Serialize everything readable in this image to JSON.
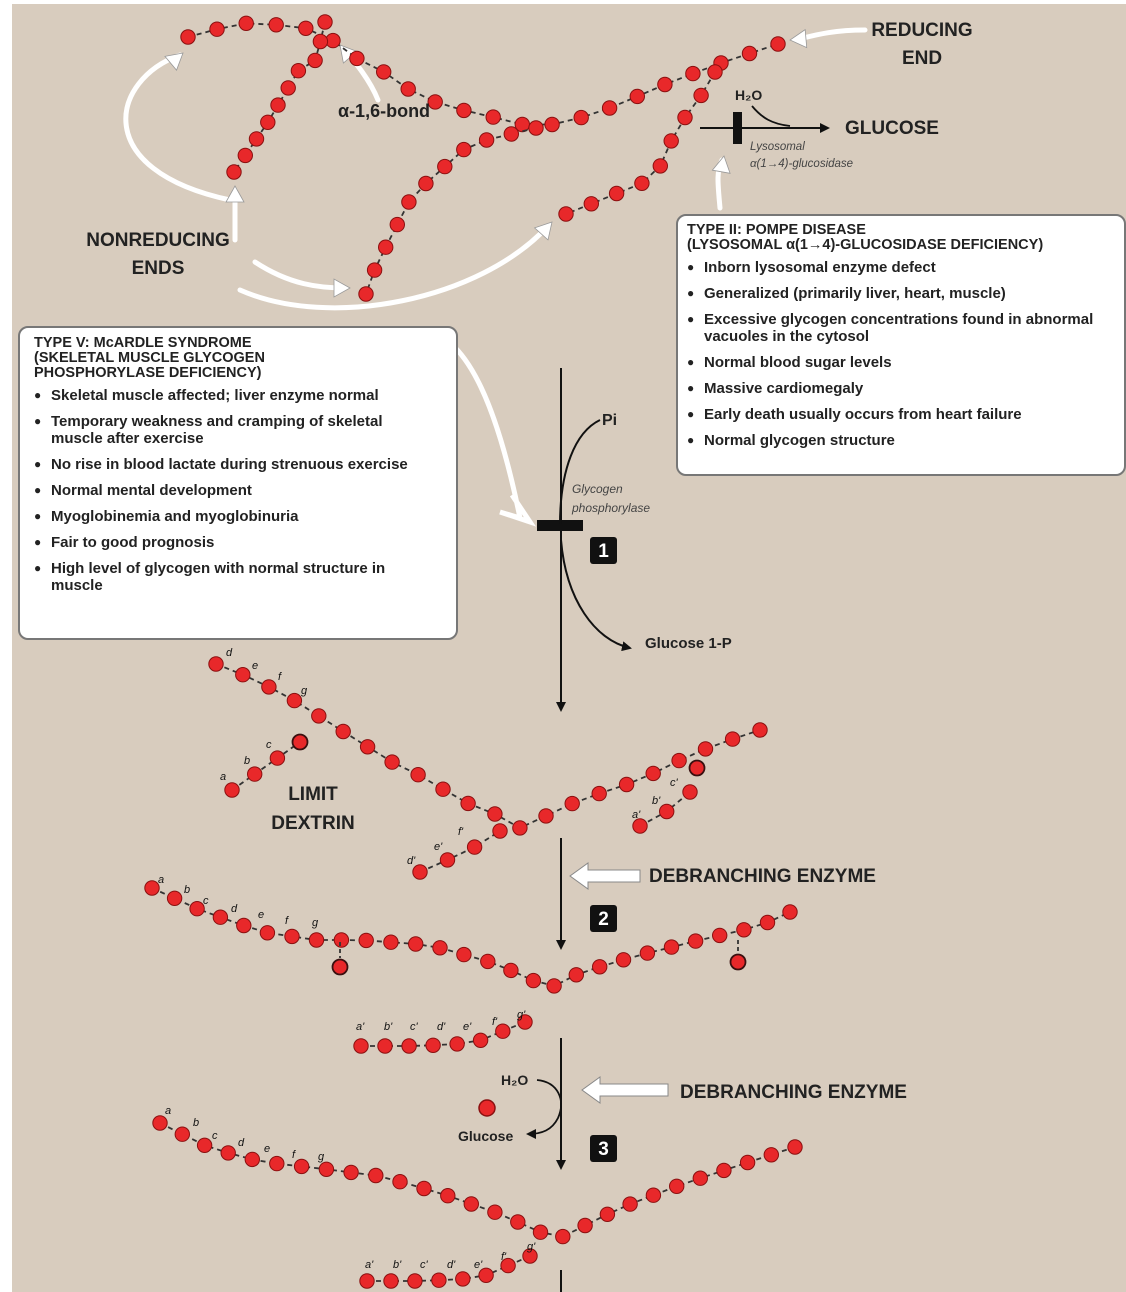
{
  "labels": {
    "reducing_end_line1": "REDUCING",
    "reducing_end_line2": "END",
    "alpha_bond": "α-1,6-bond",
    "h2o_top": "H₂O",
    "glucose_top": "GLUCOSE",
    "lysosomal_line1": "Lysosomal",
    "lysosomal_line2": "α(1→4)-glucosidase",
    "nonreducing_line1": "NONREDUCING",
    "nonreducing_line2": "ENDS",
    "pi": "Pi",
    "glycogen_phosphorylase_line1": "Glycogen",
    "glycogen_phosphorylase_line2": "phosphorylase",
    "step1": "1",
    "glucose_1p": "Glucose 1-P",
    "limit_dextrin_line1": "LIMIT",
    "limit_dextrin_line2": "DEXTRIN",
    "debranching_enzyme_1": "DEBRANCHING ENZYME",
    "step2": "2",
    "h2o_bottom": "H₂O",
    "debranching_enzyme_2": "DEBRANCHING ENZYME",
    "glucose_bottom": "Glucose",
    "step3": "3"
  },
  "residue_letters": {
    "primary": [
      "a",
      "b",
      "c",
      "d",
      "e",
      "f",
      "g"
    ],
    "prime": [
      "a'",
      "b'",
      "c'",
      "d'",
      "e'",
      "f'",
      "g'"
    ]
  },
  "type_ii": {
    "title_line1": "TYPE II: POMPE DISEASE",
    "title_line2": "(LYSOSOMAL α(1→4)-GLUCOSIDASE DEFICIENCY)",
    "items": [
      "Inborn lysosomal enzyme defect",
      "Generalized (primarily liver, heart, muscle)",
      "Excessive glycogen concentrations found in abnormal vacuoles in the cytosol",
      "Normal blood sugar levels",
      "Massive cardiomegaly",
      "Early death usually occurs from heart failure",
      "Normal glycogen structure"
    ]
  },
  "type_v": {
    "title_line1": "TYPE V: McARDLE SYNDROME",
    "title_line2": "(SKELETAL MUSCLE GLYCOGEN",
    "title_line3": "PHOSPHORYLASE DEFICIENCY)",
    "items": [
      "Skeletal muscle affected; liver enzyme normal",
      "Temporary weakness and cramping of skeletal muscle after exercise",
      "No rise in blood lactate during strenuous exercise",
      "Normal mental development",
      "Myoglobinemia and myoglobinuria",
      "Fair to good prognosis",
      "High level of glycogen with normal structure in muscle"
    ]
  },
  "colors": {
    "background": "#d8ccbe",
    "residue": "#e8282a",
    "residue_outline": "#8a1010",
    "bond": "#333333"
  }
}
